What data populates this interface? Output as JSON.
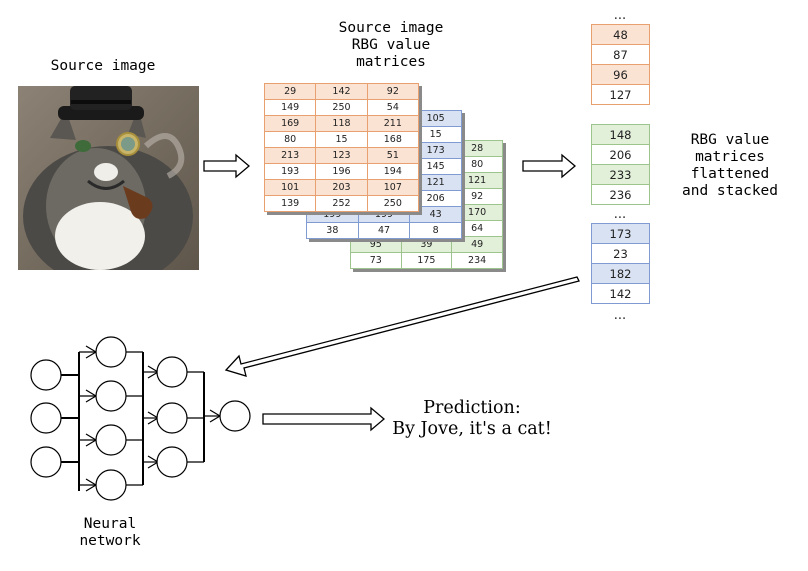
{
  "labels": {
    "source_image": "Source image",
    "rgb_matrices": "Source image\nRBG value\nmatrices",
    "flattened": "RBG value\nmatrices\nflattened\nand stacked",
    "neural_network": "Neural\nnetwork",
    "prediction_line1": "Prediction:",
    "prediction_line2": "By Jove, it's a cat!"
  },
  "matrices": {
    "red": [
      [
        "29",
        "142",
        "92"
      ],
      [
        "149",
        "250",
        "54"
      ],
      [
        "169",
        "118",
        "211"
      ],
      [
        "80",
        "15",
        "168"
      ],
      [
        "213",
        "123",
        "51"
      ],
      [
        "193",
        "196",
        "194"
      ],
      [
        "101",
        "203",
        "107"
      ],
      [
        "139",
        "252",
        "250"
      ]
    ],
    "green_visible": [
      [
        "105"
      ],
      [
        "15"
      ],
      [
        "173"
      ],
      [
        "145"
      ],
      [
        "121"
      ],
      [
        "206"
      ],
      [
        "199",
        "199",
        "43"
      ],
      [
        "38",
        "47",
        "8"
      ]
    ],
    "blue_visible": [
      [
        "28"
      ],
      [
        "80"
      ],
      [
        "121"
      ],
      [
        "92"
      ],
      [
        "170"
      ],
      [
        "64"
      ],
      [
        "95",
        "39",
        "49"
      ],
      [
        "73",
        "175",
        "234"
      ]
    ]
  },
  "stacks": {
    "ellipsis": "...",
    "orange": [
      "48",
      "87",
      "96",
      "127"
    ],
    "green": [
      "148",
      "206",
      "233",
      "236"
    ],
    "blue": [
      "173",
      "23",
      "182",
      "142"
    ]
  },
  "colors": {
    "orange": "#e8a070",
    "blue": "#7f9bd1",
    "green": "#9cc48c"
  }
}
